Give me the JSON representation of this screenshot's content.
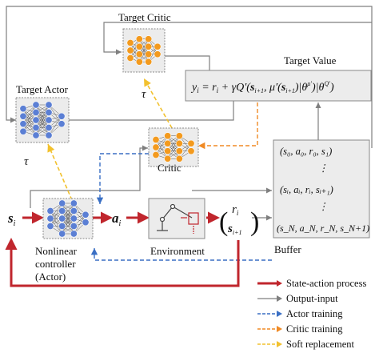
{
  "labels": {
    "target_critic": "Target Critic",
    "target_actor": "Target Actor",
    "target_value": "Target Value",
    "critic": "Critic",
    "controller_line1": "Nonlinear",
    "controller_line2": "controller",
    "controller_line3": "(Actor)",
    "environment": "Environment",
    "buffer": "Buffer",
    "tau": "τ"
  },
  "formula": {
    "lhs": "y",
    "sub_i": "i",
    "eq": " = r",
    "plus": " + γQ′(",
    "s_next": "s",
    "sub_next": "i+1",
    "mu_part": ", μ′(",
    "mu_tail": ")|θ",
    "mu_sup": "μ′",
    "close": ")|θ",
    "q_sup": "Q′",
    "end": ")"
  },
  "buffer_rows": [
    "(s₀, a₀, r₀, s₁)",
    "⋮",
    "(sᵢ, aᵢ, rᵢ, sᵢ₊₁)",
    "⋮",
    "(s_N, a_N, r_N, s_N+1)"
  ],
  "signals": {
    "state": "s",
    "state_sub": "i",
    "action": "a",
    "action_sub": "i",
    "reward": "r",
    "reward_sub": "i",
    "next_state": "s",
    "next_state_sub": "i+1"
  },
  "legend": [
    {
      "label": "State-action process",
      "color": "#c0262d",
      "style": "thick"
    },
    {
      "label": "Output-input",
      "color": "#7f7f7f",
      "style": "thin"
    },
    {
      "label": "Actor training",
      "color": "#3a6fc4",
      "style": "dashed"
    },
    {
      "label": "Critic training",
      "color": "#f08a24",
      "style": "dashed"
    },
    {
      "label": "Soft replacement",
      "color": "#f2c12e",
      "style": "dashed"
    }
  ],
  "colors": {
    "node_blue": "#5b7fd4",
    "node_orange": "#f39a1e",
    "box_fill": "#ececec",
    "state_action": "#c0262d",
    "output_input": "#7f7f7f",
    "actor_training": "#3a6fc4",
    "critic_training": "#f08a24",
    "soft_replacement": "#f2c12e"
  }
}
